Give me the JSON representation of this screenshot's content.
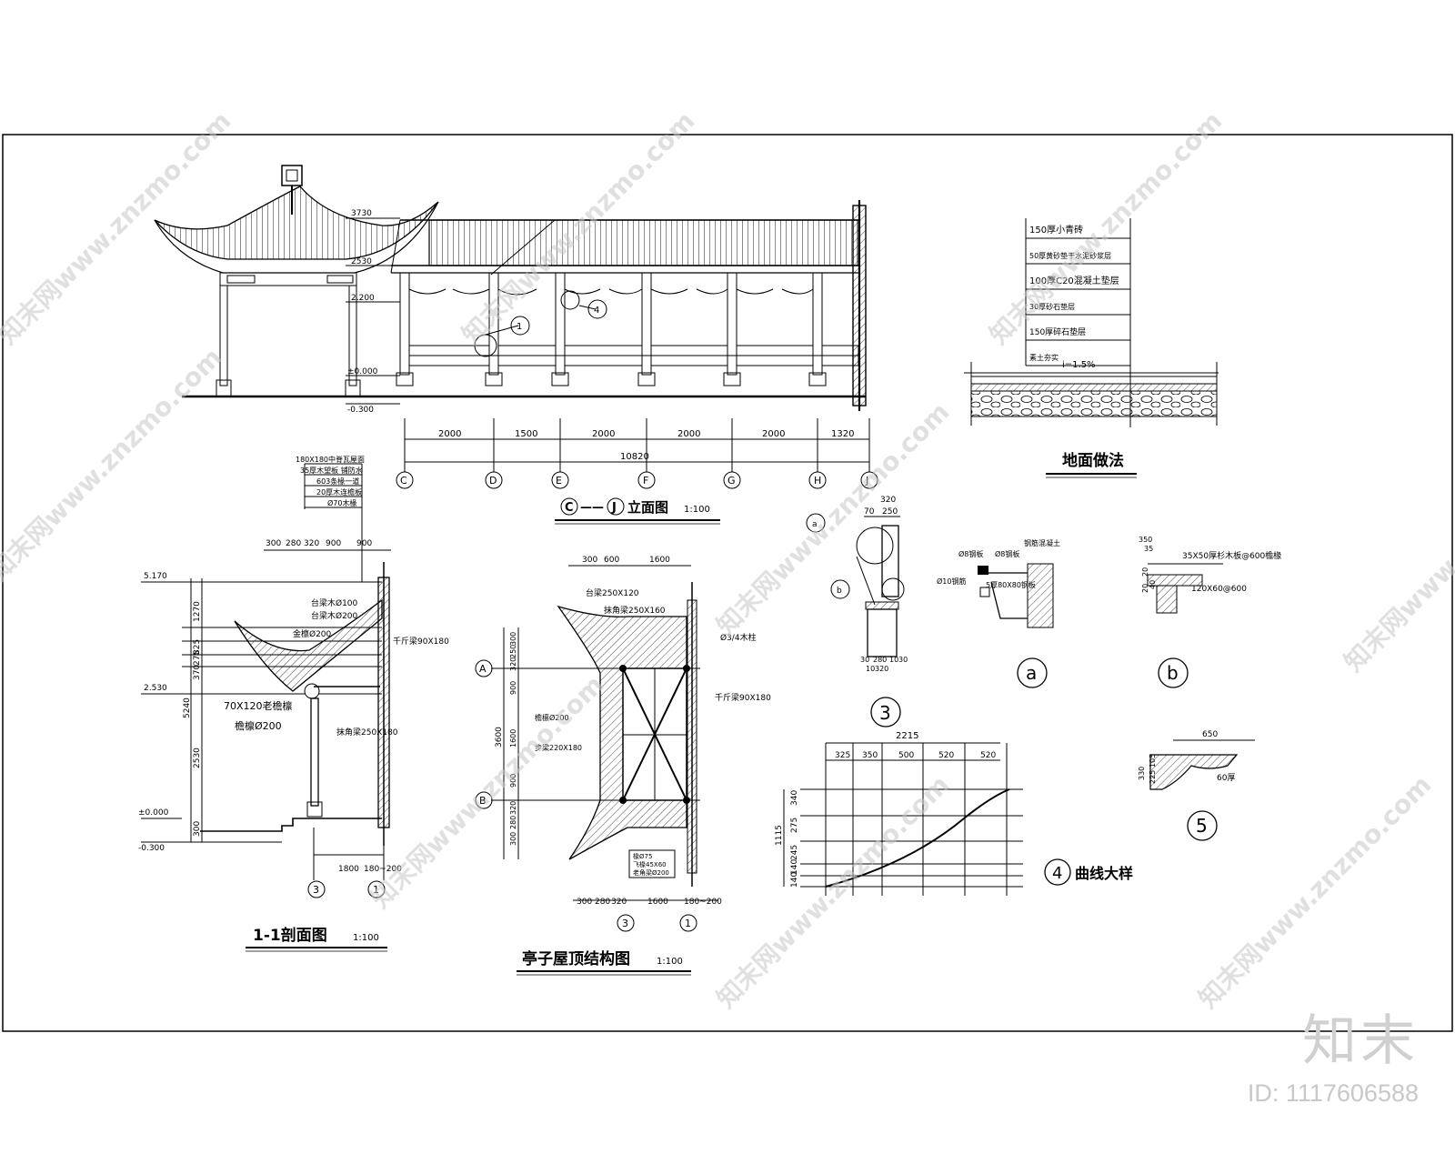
{
  "watermarks": {
    "site": "知末网www.znzmo.com",
    "logo": "知末",
    "id_text": "ID: 1117606588"
  },
  "elevation": {
    "title_from": "C",
    "title_dash": "——",
    "title_to": "J",
    "title_suffix": "立面图",
    "scale": "1:100",
    "levels": [
      "3730",
      "2530",
      "2.200",
      "±0.000",
      "-0.300"
    ],
    "bay_dims": [
      "2000",
      "1500",
      "2000",
      "2000",
      "2000",
      "1320"
    ],
    "total_dim": "10820",
    "axes": [
      "C",
      "D",
      "E",
      "F",
      "G",
      "H",
      "J"
    ],
    "callouts": [
      "1",
      "4"
    ]
  },
  "floor": {
    "title": "地面做法",
    "layers": [
      "150厚小青砖",
      "50厚黄砂垫干水泥砂浆层",
      "100厚C20混凝土垫层",
      "30厚砂石垫层",
      "150厚碎石垫层",
      "素土夯实"
    ],
    "slope": "i=1.5%"
  },
  "section": {
    "title": "1-1剖面图",
    "scale": "1:100",
    "top_notes": [
      "180X180中脊瓦屋面",
      "35厚木望板 铺防水",
      "603条椽一道",
      "20厚木连檐板",
      "Ø70木椽"
    ],
    "top_dims": [
      "300",
      "280",
      "320",
      "900",
      "900"
    ],
    "levels": [
      "5.170",
      "2.530",
      "±0.000",
      "-0.300"
    ],
    "vdims": [
      "1270",
      "825",
      "370",
      "275",
      "5240",
      "2530",
      "300"
    ],
    "labels": [
      "台梁木Ø100",
      "台梁木Ø200",
      "金檩Ø200",
      "千斤梁90X180",
      "70X120老檐檩",
      "檐檩Ø200",
      "抹角梁250X180"
    ],
    "bottom_dims": [
      "1800",
      "180~200"
    ],
    "axes": [
      "3",
      "1"
    ]
  },
  "roof": {
    "title": "亭子屋顶结构图",
    "scale": "1:100",
    "top_dims": [
      "300",
      "600",
      "1600"
    ],
    "labels": [
      "台梁250X120",
      "抹角梁250X160",
      "Ø3/4木柱",
      "千斤梁90X180",
      "檐檩Ø200",
      "步梁220X180"
    ],
    "vdims": [
      "300",
      "250",
      "320",
      "900",
      "3600",
      "1600",
      "900",
      "320",
      "280",
      "300"
    ],
    "legend": [
      "椽Ø75",
      "飞椽45X60",
      "老角梁Ø200"
    ],
    "bottom_dims": [
      "300",
      "280",
      "320",
      "1600",
      "180~200"
    ],
    "axes_v": [
      "A",
      "B"
    ],
    "axes_h": [
      "3",
      "1"
    ]
  },
  "detail3": {
    "label": "3",
    "dims_top": [
      "320",
      "70",
      "250"
    ],
    "dims_bottom": [
      "30",
      "280",
      "10",
      "320",
      "10",
      "30"
    ],
    "callouts": [
      "a",
      "b"
    ]
  },
  "detail_a": {
    "label": "a",
    "notes": [
      "Ø8钢板",
      "Ø8钢板",
      "钢筋混凝土",
      "Ø10钢筋",
      "5厚80X80钢板"
    ]
  },
  "detail_b": {
    "label": "b",
    "notes": [
      "35X50厚杉木板@600檐椽",
      "120X60@600"
    ],
    "dims": [
      "350",
      "20",
      "35",
      "20",
      "40"
    ]
  },
  "curve": {
    "title": "曲线大样",
    "num": "4",
    "total": "2215",
    "h_dims": [
      "325",
      "350",
      "500",
      "520",
      "520"
    ],
    "v_dims": [
      "340",
      "275",
      "245",
      "1115",
      "140",
      "140"
    ]
  },
  "detail5": {
    "label": "5",
    "width": "650",
    "dims": [
      "330",
      "225",
      "105"
    ],
    "note": "60厚"
  },
  "colors": {
    "line": "#000000",
    "watermark": "#c8c8c8"
  }
}
